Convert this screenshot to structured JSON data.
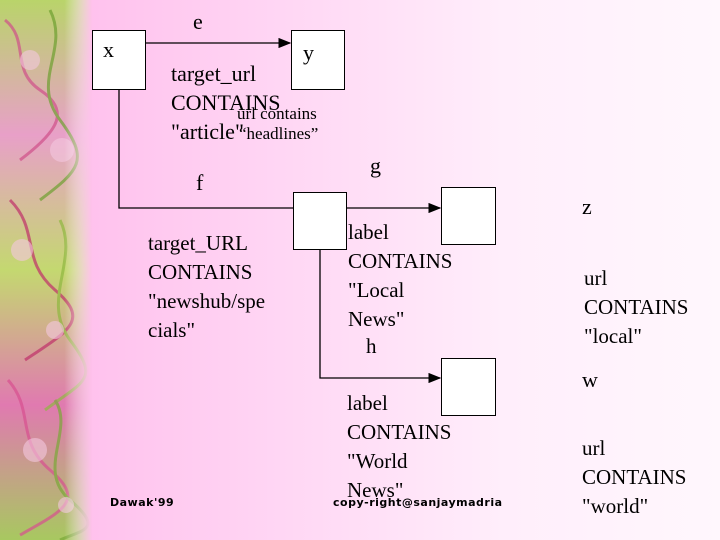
{
  "labels": {
    "e": "e",
    "x": "x",
    "y": "y",
    "f": "f",
    "g": "g",
    "z": "z",
    "h": "h",
    "w": "w"
  },
  "text": {
    "e_line1": "target_url",
    "e_line2": "CONTAINS",
    "e_line3": "\"article\"",
    "y_line1": "url contains",
    "y_line2": "“headlines”",
    "f_line1": "target_URL",
    "f_line2": "CONTAINS",
    "f_line3": "\"newshub/spe",
    "f_line4": "cials\"",
    "g_line1": "label",
    "g_line2": "CONTAINS",
    "g_line3": "\"Local",
    "g_line4": "News\"",
    "h_line1": "label",
    "h_line2": "CONTAINS",
    "h_line3": "\"World",
    "h_line4": "News\"",
    "z_line1": "url",
    "z_line2": "CONTAINS",
    "z_line3": "\"local\"",
    "w_line1": "url",
    "w_line2": "CONTAINS",
    "w_line3": "\"world\""
  },
  "footer": {
    "left": "Dawak'99",
    "center": "copy-right@sanjaymadria"
  },
  "colors": {
    "background": "#ffd3f3",
    "node_fill": "#ffffff",
    "line": "#000000"
  }
}
